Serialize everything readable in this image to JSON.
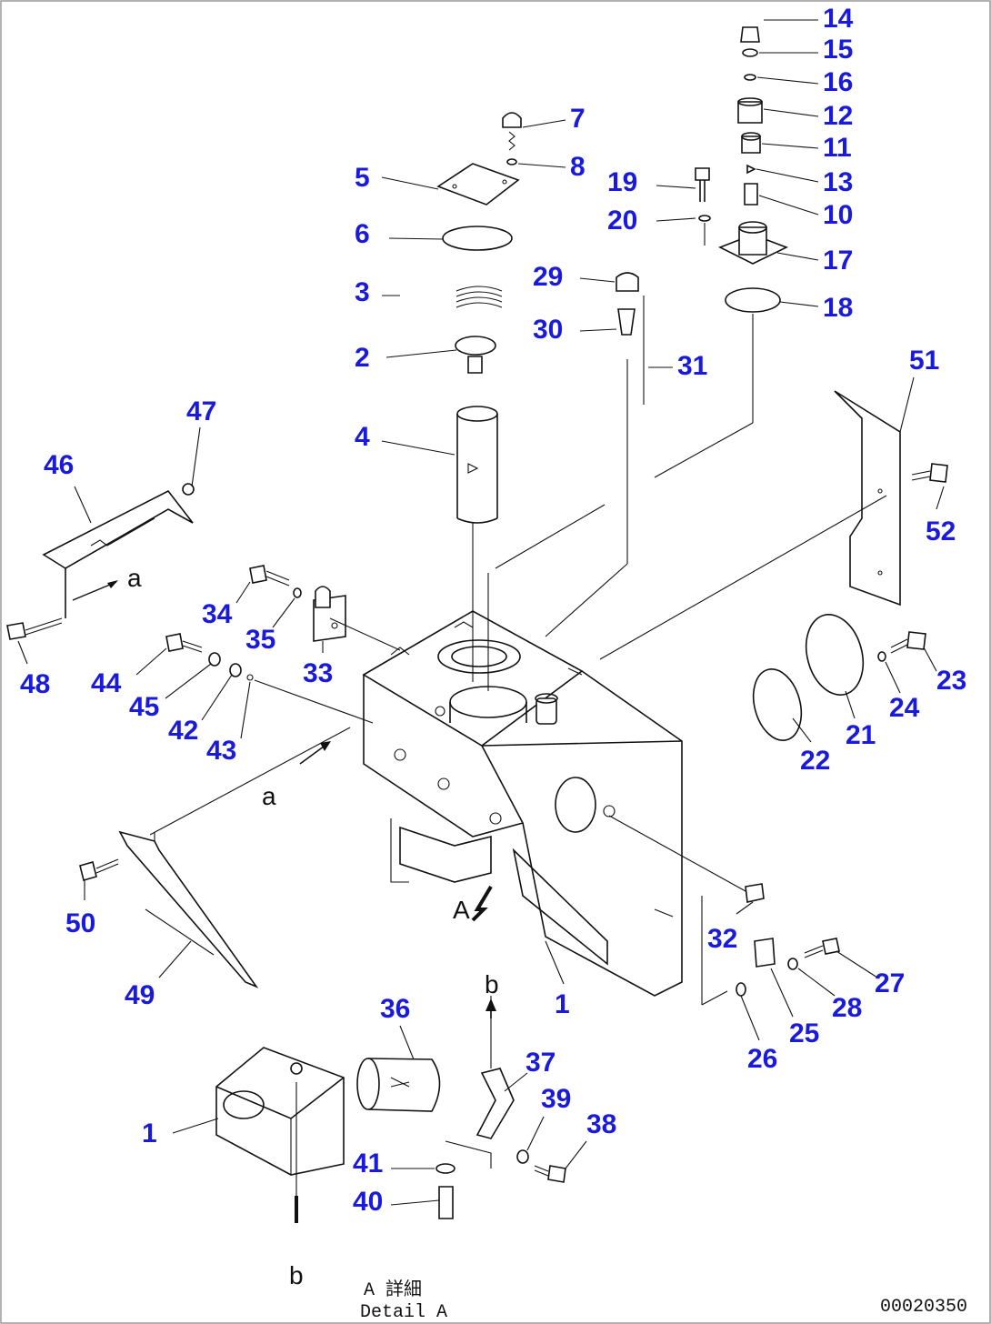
{
  "drawing": {
    "detail_label_jp": "A 詳細",
    "detail_label_en": "Detail A",
    "drawing_number": "00020350",
    "view_letters": {
      "a1": "a",
      "a2": "a",
      "A": "A",
      "b1": "b",
      "b2": "b"
    }
  },
  "callouts": [
    {
      "id": "c14",
      "text": "14"
    },
    {
      "id": "c15",
      "text": "15"
    },
    {
      "id": "c16",
      "text": "16"
    },
    {
      "id": "c12",
      "text": "12"
    },
    {
      "id": "c11",
      "text": "11"
    },
    {
      "id": "c13",
      "text": "13"
    },
    {
      "id": "c10",
      "text": "10"
    },
    {
      "id": "c17",
      "text": "17"
    },
    {
      "id": "c18",
      "text": "18"
    },
    {
      "id": "c7",
      "text": "7"
    },
    {
      "id": "c8",
      "text": "8"
    },
    {
      "id": "c5",
      "text": "5"
    },
    {
      "id": "c6",
      "text": "6"
    },
    {
      "id": "c3",
      "text": "3"
    },
    {
      "id": "c2",
      "text": "2"
    },
    {
      "id": "c4",
      "text": "4"
    },
    {
      "id": "c19",
      "text": "19"
    },
    {
      "id": "c20",
      "text": "20"
    },
    {
      "id": "c29",
      "text": "29"
    },
    {
      "id": "c30",
      "text": "30"
    },
    {
      "id": "c31",
      "text": "31"
    },
    {
      "id": "c51",
      "text": "51"
    },
    {
      "id": "c52",
      "text": "52"
    },
    {
      "id": "c47",
      "text": "47"
    },
    {
      "id": "c46",
      "text": "46"
    },
    {
      "id": "c48",
      "text": "48"
    },
    {
      "id": "c34",
      "text": "34"
    },
    {
      "id": "c35",
      "text": "35"
    },
    {
      "id": "c33",
      "text": "33"
    },
    {
      "id": "c44",
      "text": "44"
    },
    {
      "id": "c45",
      "text": "45"
    },
    {
      "id": "c42",
      "text": "42"
    },
    {
      "id": "c43",
      "text": "43"
    },
    {
      "id": "c23",
      "text": "23"
    },
    {
      "id": "c24",
      "text": "24"
    },
    {
      "id": "c21",
      "text": "21"
    },
    {
      "id": "c22",
      "text": "22"
    },
    {
      "id": "c50",
      "text": "50"
    },
    {
      "id": "c49",
      "text": "49"
    },
    {
      "id": "c32",
      "text": "32"
    },
    {
      "id": "c1a",
      "text": "1"
    },
    {
      "id": "c27",
      "text": "27"
    },
    {
      "id": "c28",
      "text": "28"
    },
    {
      "id": "c25",
      "text": "25"
    },
    {
      "id": "c26",
      "text": "26"
    },
    {
      "id": "c36",
      "text": "36"
    },
    {
      "id": "c37",
      "text": "37"
    },
    {
      "id": "c39",
      "text": "39"
    },
    {
      "id": "c38",
      "text": "38"
    },
    {
      "id": "c1b",
      "text": "1"
    },
    {
      "id": "c41",
      "text": "41"
    },
    {
      "id": "c40",
      "text": "40"
    }
  ]
}
